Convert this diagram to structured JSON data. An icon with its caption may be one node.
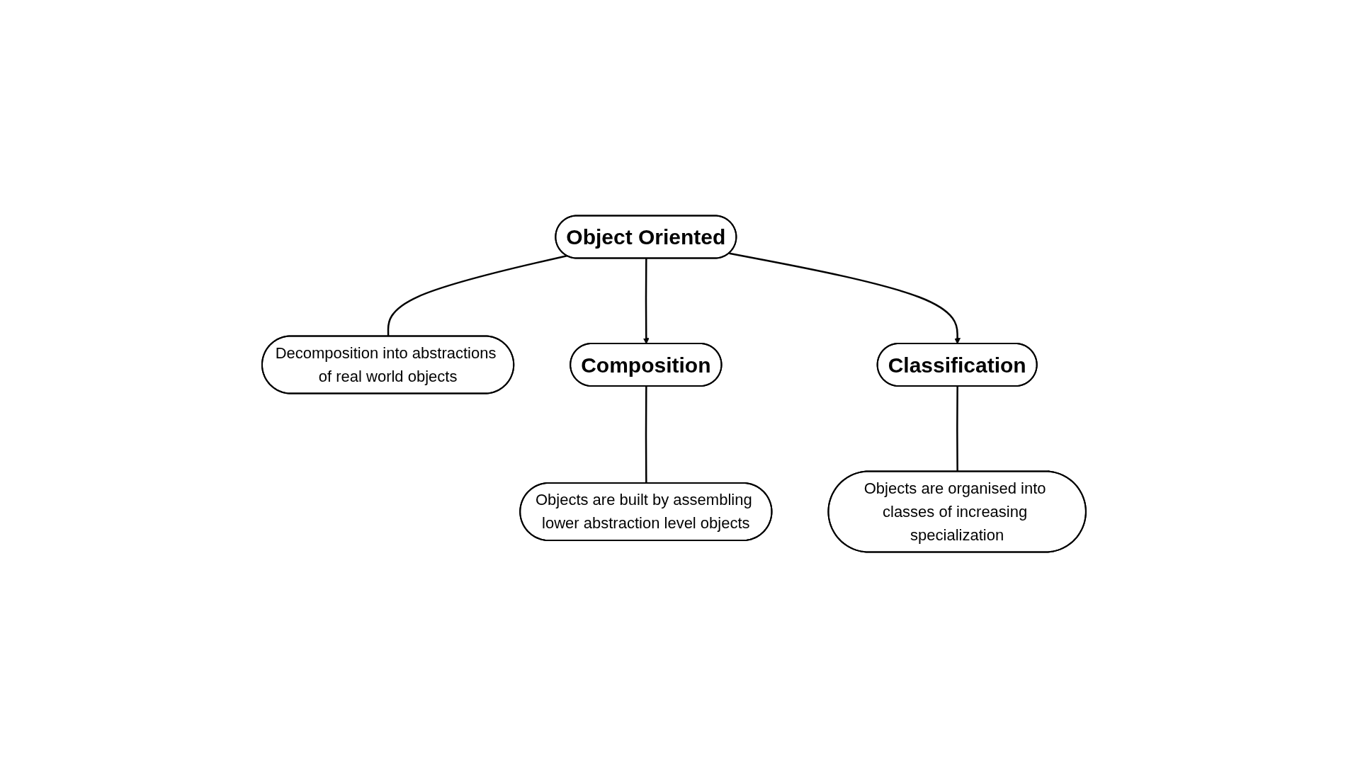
{
  "diagram": {
    "nodes": [
      {
        "text": [
          "Object Oriented"
        ]
      },
      {
        "text": [
          "Decomposition into abstractions of real world objects"
        ]
      },
      {
        "text": [
          "Composition"
        ]
      },
      {
        "text": [
          "Objects are built by assembling lower abstraction level objects"
        ]
      },
      {
        "text": [
          "Classification"
        ]
      },
      {
        "text": [
          "Objects are organised into classes of increasing specialization"
        ]
      }
    ],
    "edges": [
      {
        "from": 0,
        "to": 2,
        "arrow": "to"
      },
      {
        "from": 0,
        "to": 4,
        "arrow": "to"
      },
      {
        "from": 0,
        "to": 1,
        "arrow": "none"
      },
      {
        "from": 2,
        "to": 3,
        "arrow": "none"
      },
      {
        "from": 4,
        "to": 5,
        "arrow": "none"
      }
    ]
  }
}
